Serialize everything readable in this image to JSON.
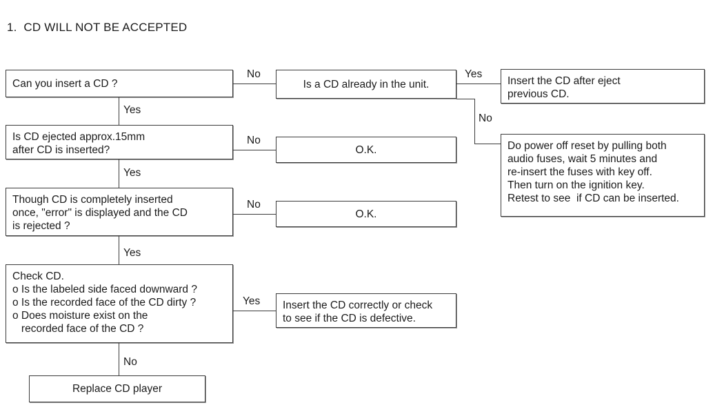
{
  "document": {
    "title": "1.  CD WILL NOT BE ACCEPTED"
  },
  "chart_data": {
    "type": "diagram",
    "diagram_kind": "flowchart",
    "title": "1.  CD WILL NOT BE ACCEPTED",
    "nodes": [
      {
        "id": "q1",
        "kind": "decision",
        "text": "Can you insert a CD ?"
      },
      {
        "id": "q2",
        "kind": "decision",
        "text": "Is a CD already in the unit."
      },
      {
        "id": "a1",
        "kind": "action",
        "text": "Insert the CD after eject\nprevious CD."
      },
      {
        "id": "a2",
        "kind": "action",
        "text": "Do power off reset by pulling both\naudio fuses, wait 5 minutes and\nre-insert the fuses with key off.\nThen turn on the ignition key.\nRetest to see  if CD can be inserted."
      },
      {
        "id": "q3",
        "kind": "decision",
        "text": "Is CD ejected approx.15mm\nafter CD is inserted?"
      },
      {
        "id": "ok1",
        "kind": "terminal",
        "text": "O.K."
      },
      {
        "id": "q4",
        "kind": "decision",
        "text": "Though CD is completely inserted\nonce, \"error\" is displayed and the CD\nis rejected ?"
      },
      {
        "id": "ok2",
        "kind": "terminal",
        "text": "O.K."
      },
      {
        "id": "q5",
        "kind": "decision",
        "text": "Check CD.\no Is the labeled side faced downward ?\no Is the recorded face of the CD dirty ?\no Does moisture exist on the\n   recorded face of the CD ?"
      },
      {
        "id": "a3",
        "kind": "action",
        "text": "Insert the CD correctly or check\nto see if the CD is defective."
      },
      {
        "id": "end",
        "kind": "terminal",
        "text": "Replace CD player"
      }
    ],
    "edges": [
      {
        "from": "q1",
        "to": "q2",
        "label": "No"
      },
      {
        "from": "q1",
        "to": "q3",
        "label": "Yes"
      },
      {
        "from": "q2",
        "to": "a1",
        "label": "Yes"
      },
      {
        "from": "q2",
        "to": "a2",
        "label": "No"
      },
      {
        "from": "q3",
        "to": "ok1",
        "label": "No"
      },
      {
        "from": "q3",
        "to": "q4",
        "label": "Yes"
      },
      {
        "from": "q4",
        "to": "ok2",
        "label": "No"
      },
      {
        "from": "q4",
        "to": "q5",
        "label": "Yes"
      },
      {
        "from": "q5",
        "to": "a3",
        "label": "Yes"
      },
      {
        "from": "q5",
        "to": "end",
        "label": "No"
      }
    ]
  },
  "boxes": {
    "q1": {
      "text": "Can you insert a CD ?"
    },
    "q2": {
      "text": "Is a CD already in the unit."
    },
    "a1": {
      "text": "Insert the CD after eject\nprevious CD."
    },
    "a2": {
      "text": "Do power off reset by pulling both\naudio fuses, wait 5 minutes and\nre-insert the fuses with key off.\nThen turn on the ignition key.\nRetest to see  if CD can be inserted."
    },
    "q3": {
      "text": "Is CD ejected approx.15mm\nafter CD is inserted?"
    },
    "ok1": {
      "text": "O.K."
    },
    "q4": {
      "text": "Though CD is completely inserted\nonce, \"error\" is displayed and the CD\nis rejected ?"
    },
    "ok2": {
      "text": "O.K."
    },
    "q5": {
      "text": "Check CD.\no Is the labeled side faced downward ?\no Is the recorded face of the CD dirty ?\no Does moisture exist on the\n   recorded face of the CD ?"
    },
    "a3": {
      "text": "Insert the CD correctly or check\nto see if the CD is defective."
    },
    "end": {
      "text": "Replace CD player"
    }
  },
  "labels": {
    "q1_no": "No",
    "q1_yes": "Yes",
    "q2_yes": "Yes",
    "q2_no": "No",
    "q3_no": "No",
    "q3_yes": "Yes",
    "q4_no": "No",
    "q4_yes": "Yes",
    "q5_yes": "Yes",
    "q5_no": "No"
  },
  "colors": {
    "background": "#ffffff",
    "ink": "#1a1a1a",
    "border": "#3a3a3a",
    "shadow": "#9a9a9a"
  }
}
